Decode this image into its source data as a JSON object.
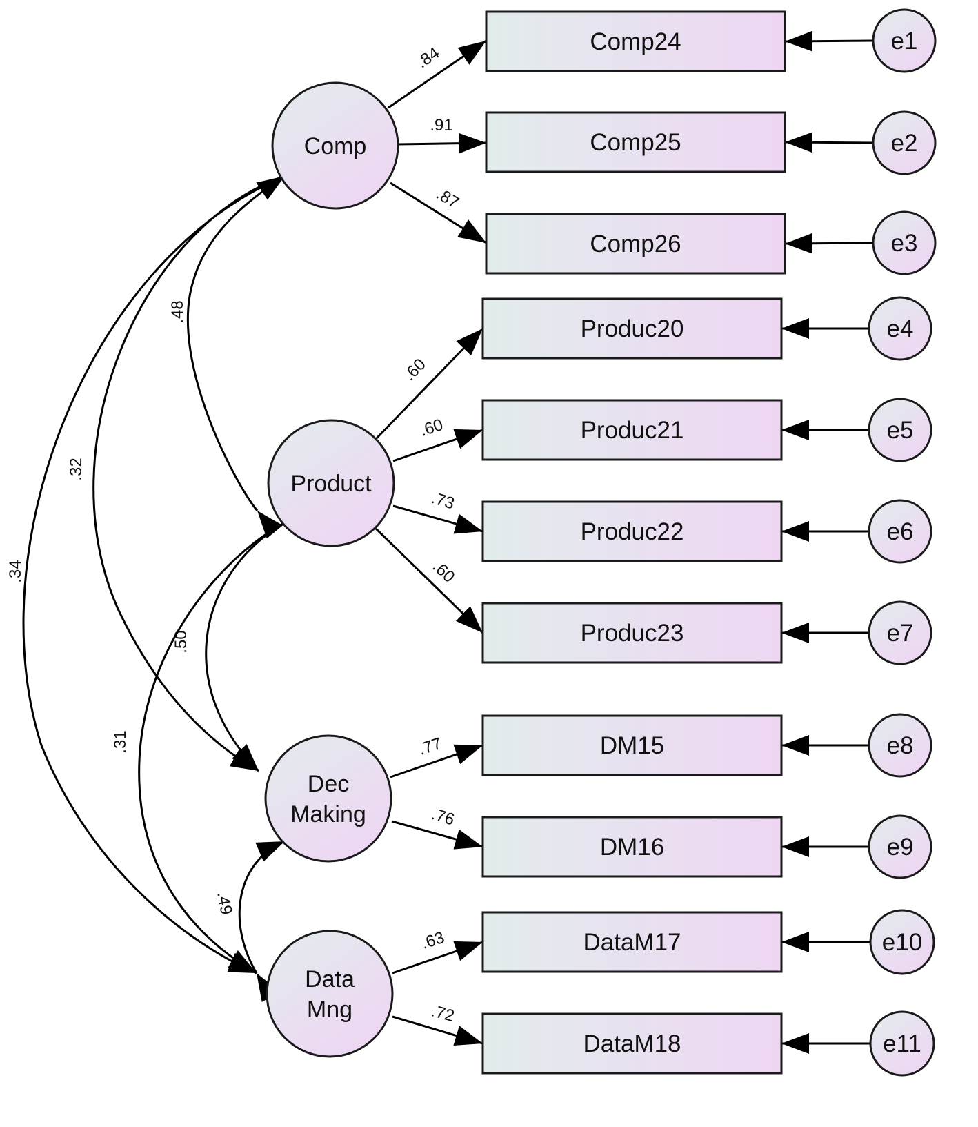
{
  "colors": {
    "fill_start": "#e2ecec",
    "fill_end": "#eed6f3",
    "stroke": "#1a1a1a",
    "arrow": "#000000"
  },
  "latents": [
    {
      "id": "comp",
      "lines": [
        "Comp"
      ]
    },
    {
      "id": "product",
      "lines": [
        "Product"
      ]
    },
    {
      "id": "dec",
      "lines": [
        "Dec",
        "Making"
      ]
    },
    {
      "id": "data",
      "lines": [
        "Data",
        "Mng"
      ]
    }
  ],
  "indicators": [
    {
      "id": "Comp24",
      "label": "Comp24",
      "factor": "comp",
      "loading": ".84",
      "error": "e1"
    },
    {
      "id": "Comp25",
      "label": "Comp25",
      "factor": "comp",
      "loading": ".91",
      "error": "e2"
    },
    {
      "id": "Comp26",
      "label": "Comp26",
      "factor": "comp",
      "loading": ".87",
      "error": "e3"
    },
    {
      "id": "Produc20",
      "label": "Produc20",
      "factor": "product",
      "loading": ".60",
      "error": "e4"
    },
    {
      "id": "Produc21",
      "label": "Produc21",
      "factor": "product",
      "loading": ".60",
      "error": "e5"
    },
    {
      "id": "Produc22",
      "label": "Produc22",
      "factor": "product",
      "loading": ".73",
      "error": "e6"
    },
    {
      "id": "Produc23",
      "label": "Produc23",
      "factor": "product",
      "loading": ".60",
      "error": "e7"
    },
    {
      "id": "DM15",
      "label": "DM15",
      "factor": "dec",
      "loading": ".77",
      "error": "e8"
    },
    {
      "id": "DM16",
      "label": "DM16",
      "factor": "dec",
      "loading": ".76",
      "error": "e9"
    },
    {
      "id": "DataM17",
      "label": "DataM17",
      "factor": "data",
      "loading": ".63",
      "error": "e10"
    },
    {
      "id": "DataM18",
      "label": "DataM18",
      "factor": "data",
      "loading": ".72",
      "error": "e11"
    }
  ],
  "covariances": [
    {
      "id": "comp-product",
      "from": "comp",
      "to": "product",
      "value": ".48"
    },
    {
      "id": "comp-dec",
      "from": "comp",
      "to": "dec",
      "value": ".32"
    },
    {
      "id": "comp-data",
      "from": "comp",
      "to": "data",
      "value": ".34"
    },
    {
      "id": "product-dec",
      "from": "product",
      "to": "dec",
      "value": ".50"
    },
    {
      "id": "product-data",
      "from": "product",
      "to": "data",
      "value": ".31"
    },
    {
      "id": "dec-data",
      "from": "dec",
      "to": "data",
      "value": ".49"
    }
  ]
}
